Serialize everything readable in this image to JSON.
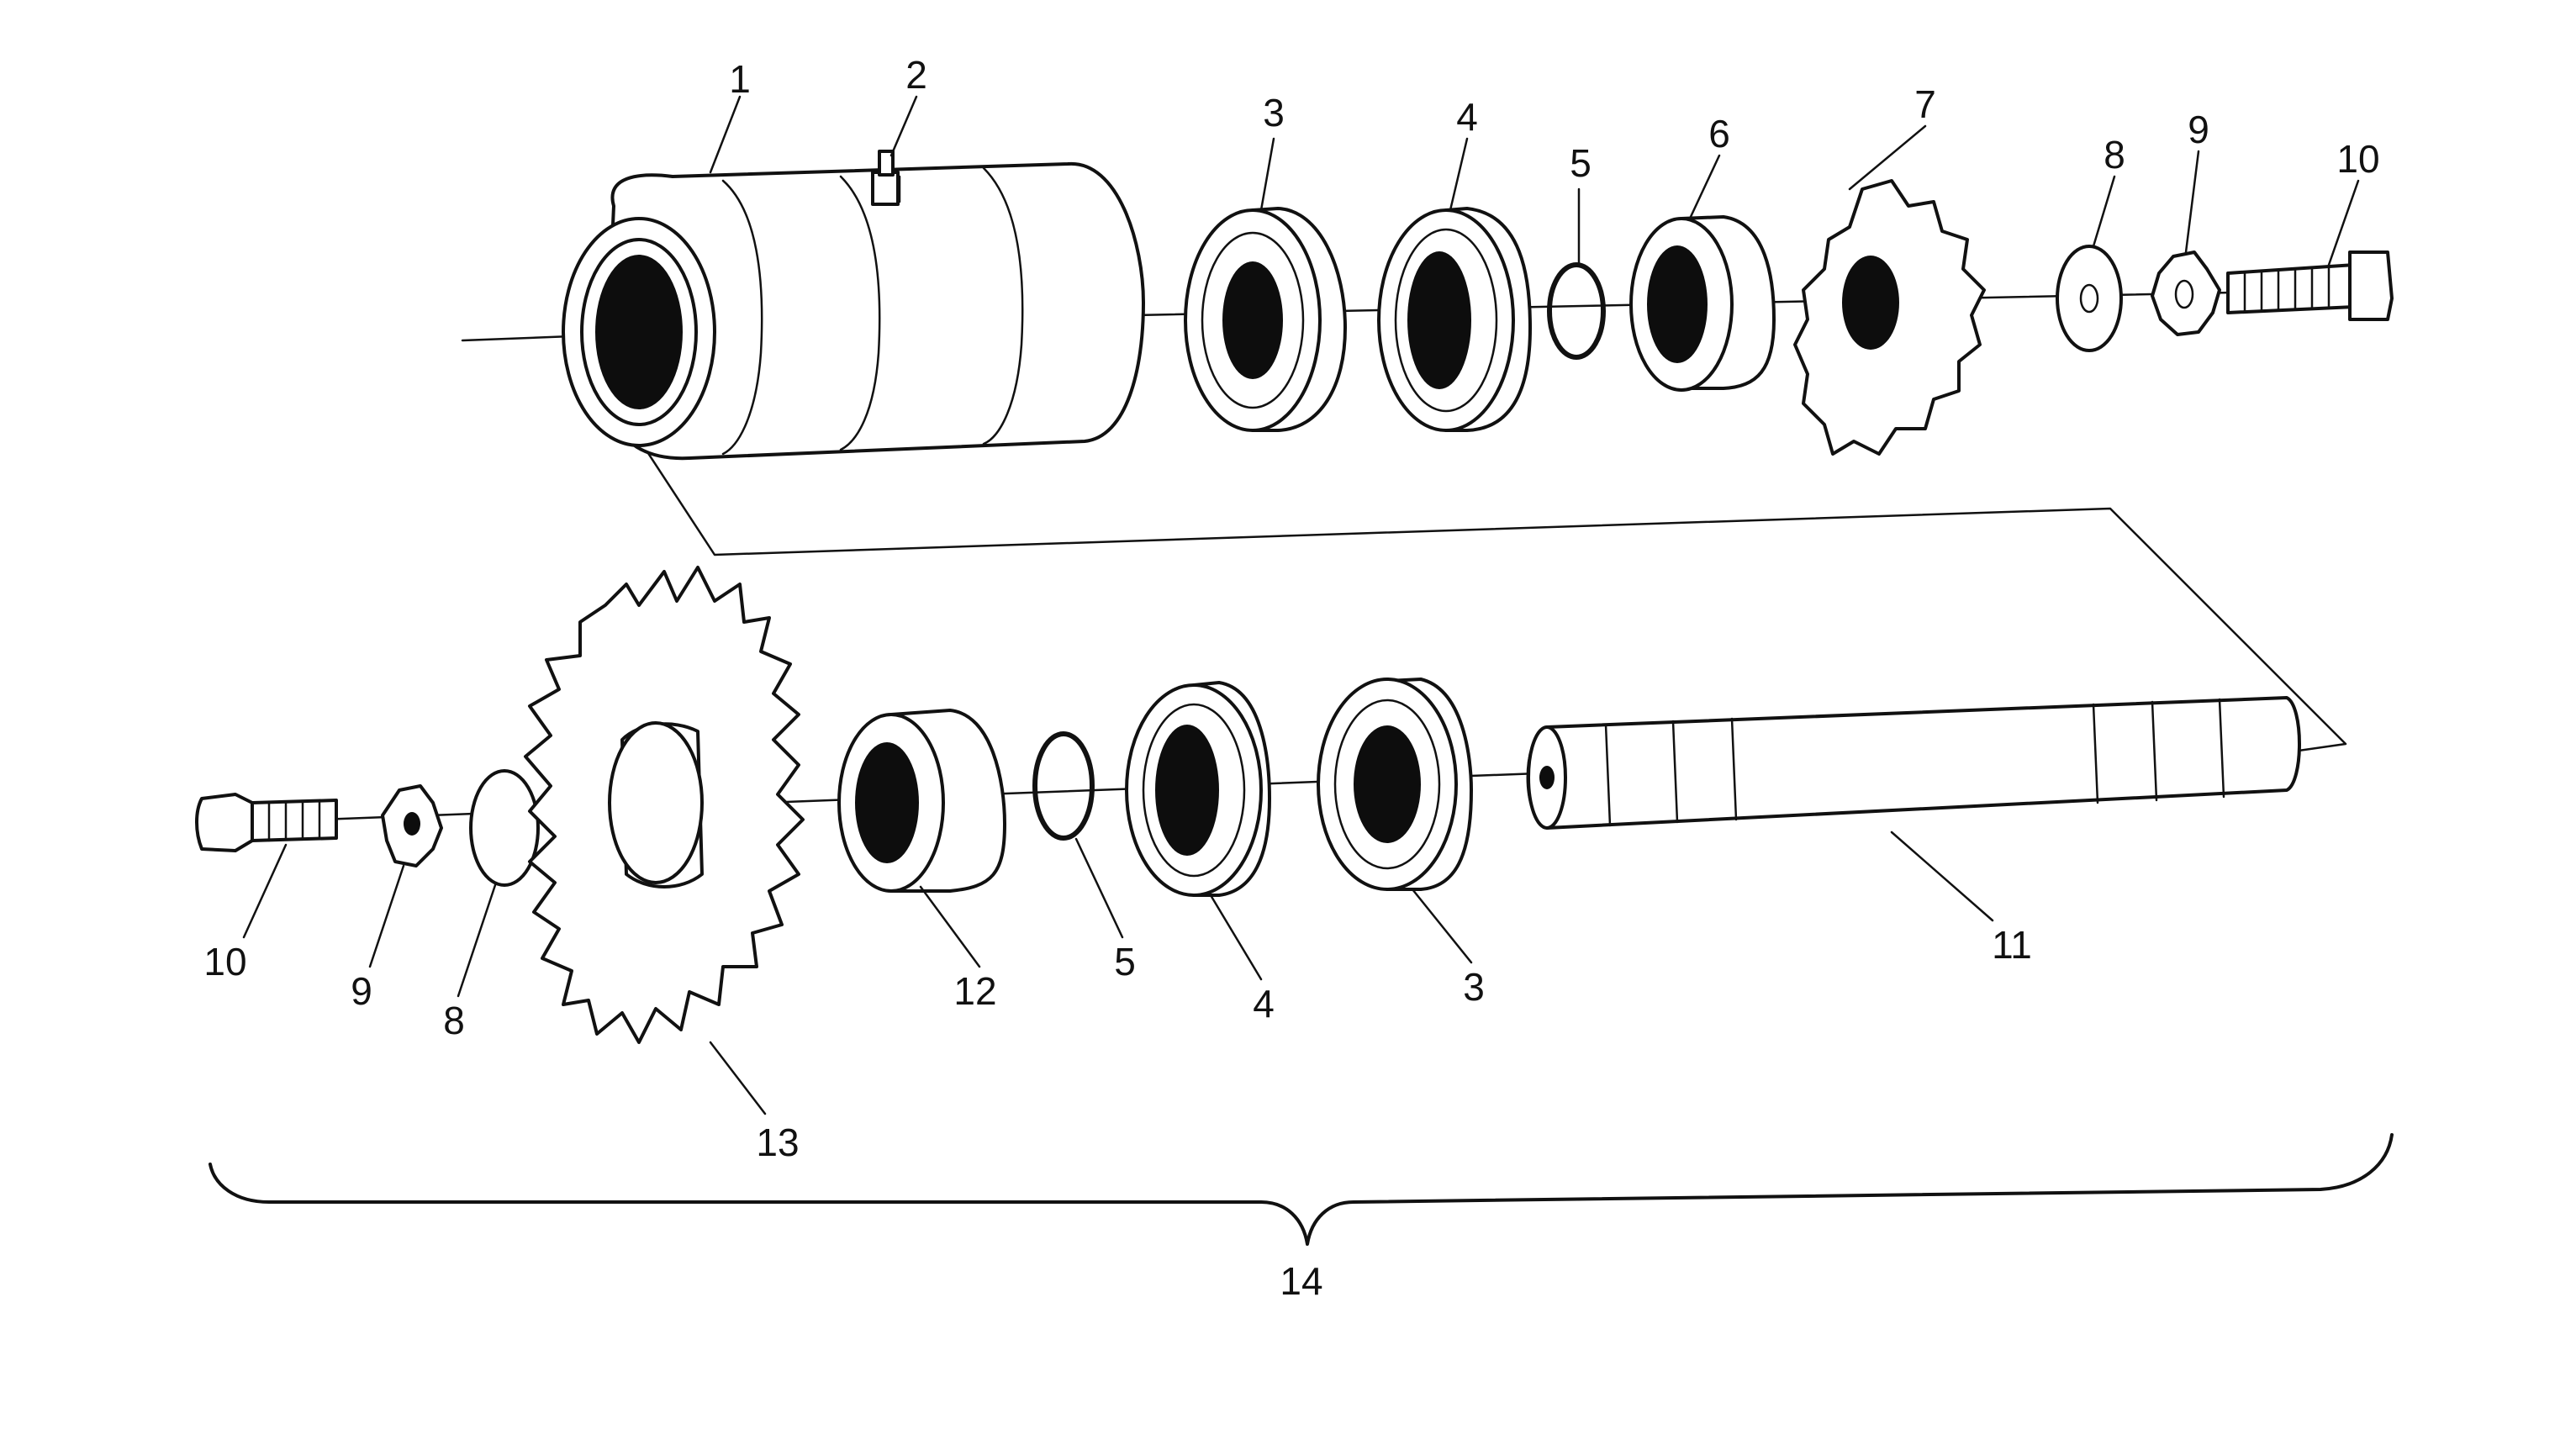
{
  "callouts": {
    "top_row": [
      "1",
      "2",
      "3",
      "4",
      "5",
      "6",
      "7",
      "8",
      "9",
      "10"
    ],
    "bottom_row": [
      "10",
      "9",
      "8",
      "13",
      "12",
      "5",
      "4",
      "3",
      "11"
    ],
    "assembly": "14"
  },
  "colors": {
    "ink": "#111111",
    "paper": "#ffffff"
  }
}
